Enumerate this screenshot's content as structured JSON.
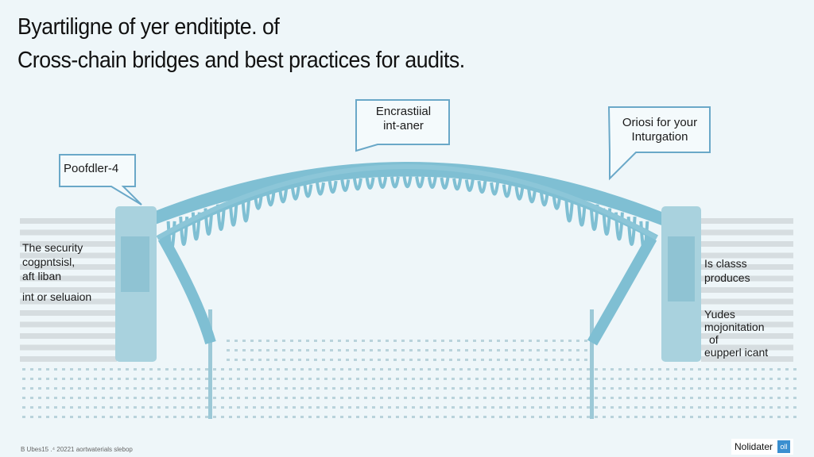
{
  "title": {
    "line1": "Byartiligne of yer enditipte. of",
    "line2": "Cross-chain bridges and best practices for audits."
  },
  "callouts": {
    "left": "Poofdler-4",
    "center": [
      "Encrastiial",
      "int-aner"
    ],
    "right": [
      "Oriosi for your",
      "Inturgation"
    ]
  },
  "left_text": [
    "The security",
    "cogpntsisl,",
    "aft liban",
    "int or seluaion"
  ],
  "right_text": {
    "group1": [
      "Is classs",
      "produces"
    ],
    "group2": [
      "Yudes",
      "mojonitation",
      "of",
      "eupperl icant"
    ]
  },
  "footer": {
    "caption": "B Ubes15 .⁴   20221 aortwaterials slebop",
    "brand": "Nolidater",
    "brand_icon": "oll"
  },
  "colors": {
    "background": "#eef6f9",
    "bridge": "#7fbfd3",
    "pillar": "#a9d2de",
    "callout_border": "#6aa8c8"
  }
}
